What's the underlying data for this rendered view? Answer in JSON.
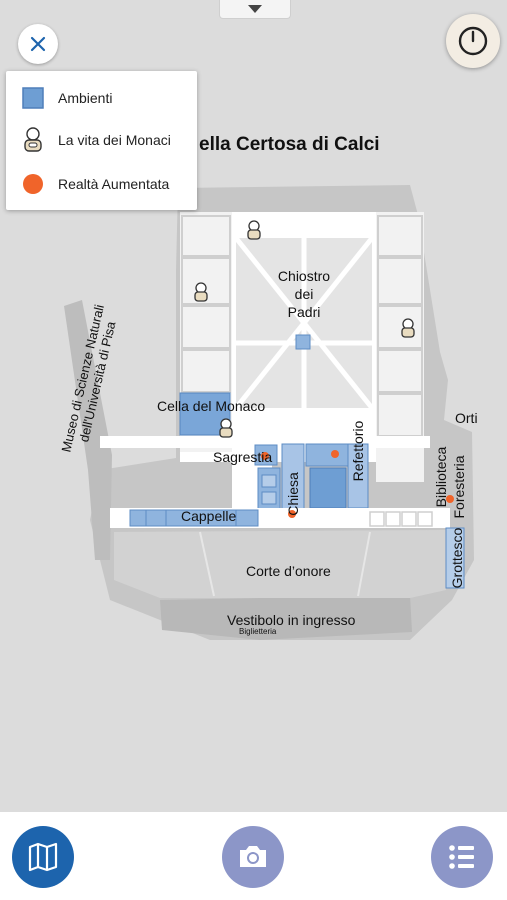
{
  "map": {
    "title": "ella Certosa di Calci",
    "labels": {
      "chiostro_line1": "Chiostro",
      "chiostro_line2": "dei",
      "chiostro_line3": "Padri",
      "cella": "Cella del Monaco",
      "sagrestia": "Sagrestia",
      "chiesa": "Chiesa",
      "refettorio": "Refettorio",
      "cappelle": "Cappelle",
      "orti": "Orti",
      "biblioteca": "Biblioteca",
      "foresteria": "Foresteria",
      "grottesco": "Grottesco",
      "corte": "Corte d’onore",
      "vestibolo": "Vestibolo in ingresso",
      "biglietteria": "Biglietteria",
      "museo_line1": "Museo di Scienze Naturali",
      "museo_line2": "dell'Università di Pisa"
    }
  },
  "legend": {
    "items": [
      {
        "label": "Ambienti",
        "icon": "blue-square-icon"
      },
      {
        "label": "La vita dei Monaci",
        "icon": "monk-icon"
      },
      {
        "label": "Realtà Aumentata",
        "icon": "orange-dot-icon"
      }
    ]
  },
  "colors": {
    "background": "#dcdcdc",
    "building": "#ffffff",
    "room_blue": "#6e9ed3",
    "ar_orange": "#f0642a",
    "fab_blue": "#1d64ad",
    "fab_lavender": "#8c96c8"
  },
  "bottom_nav": [
    {
      "icon": "map-icon"
    },
    {
      "icon": "camera-icon"
    },
    {
      "icon": "list-icon"
    }
  ],
  "controls": {
    "close_icon": "close-icon",
    "history_icon": "clock-icon",
    "drawer_icon": "chevron-down-icon"
  }
}
